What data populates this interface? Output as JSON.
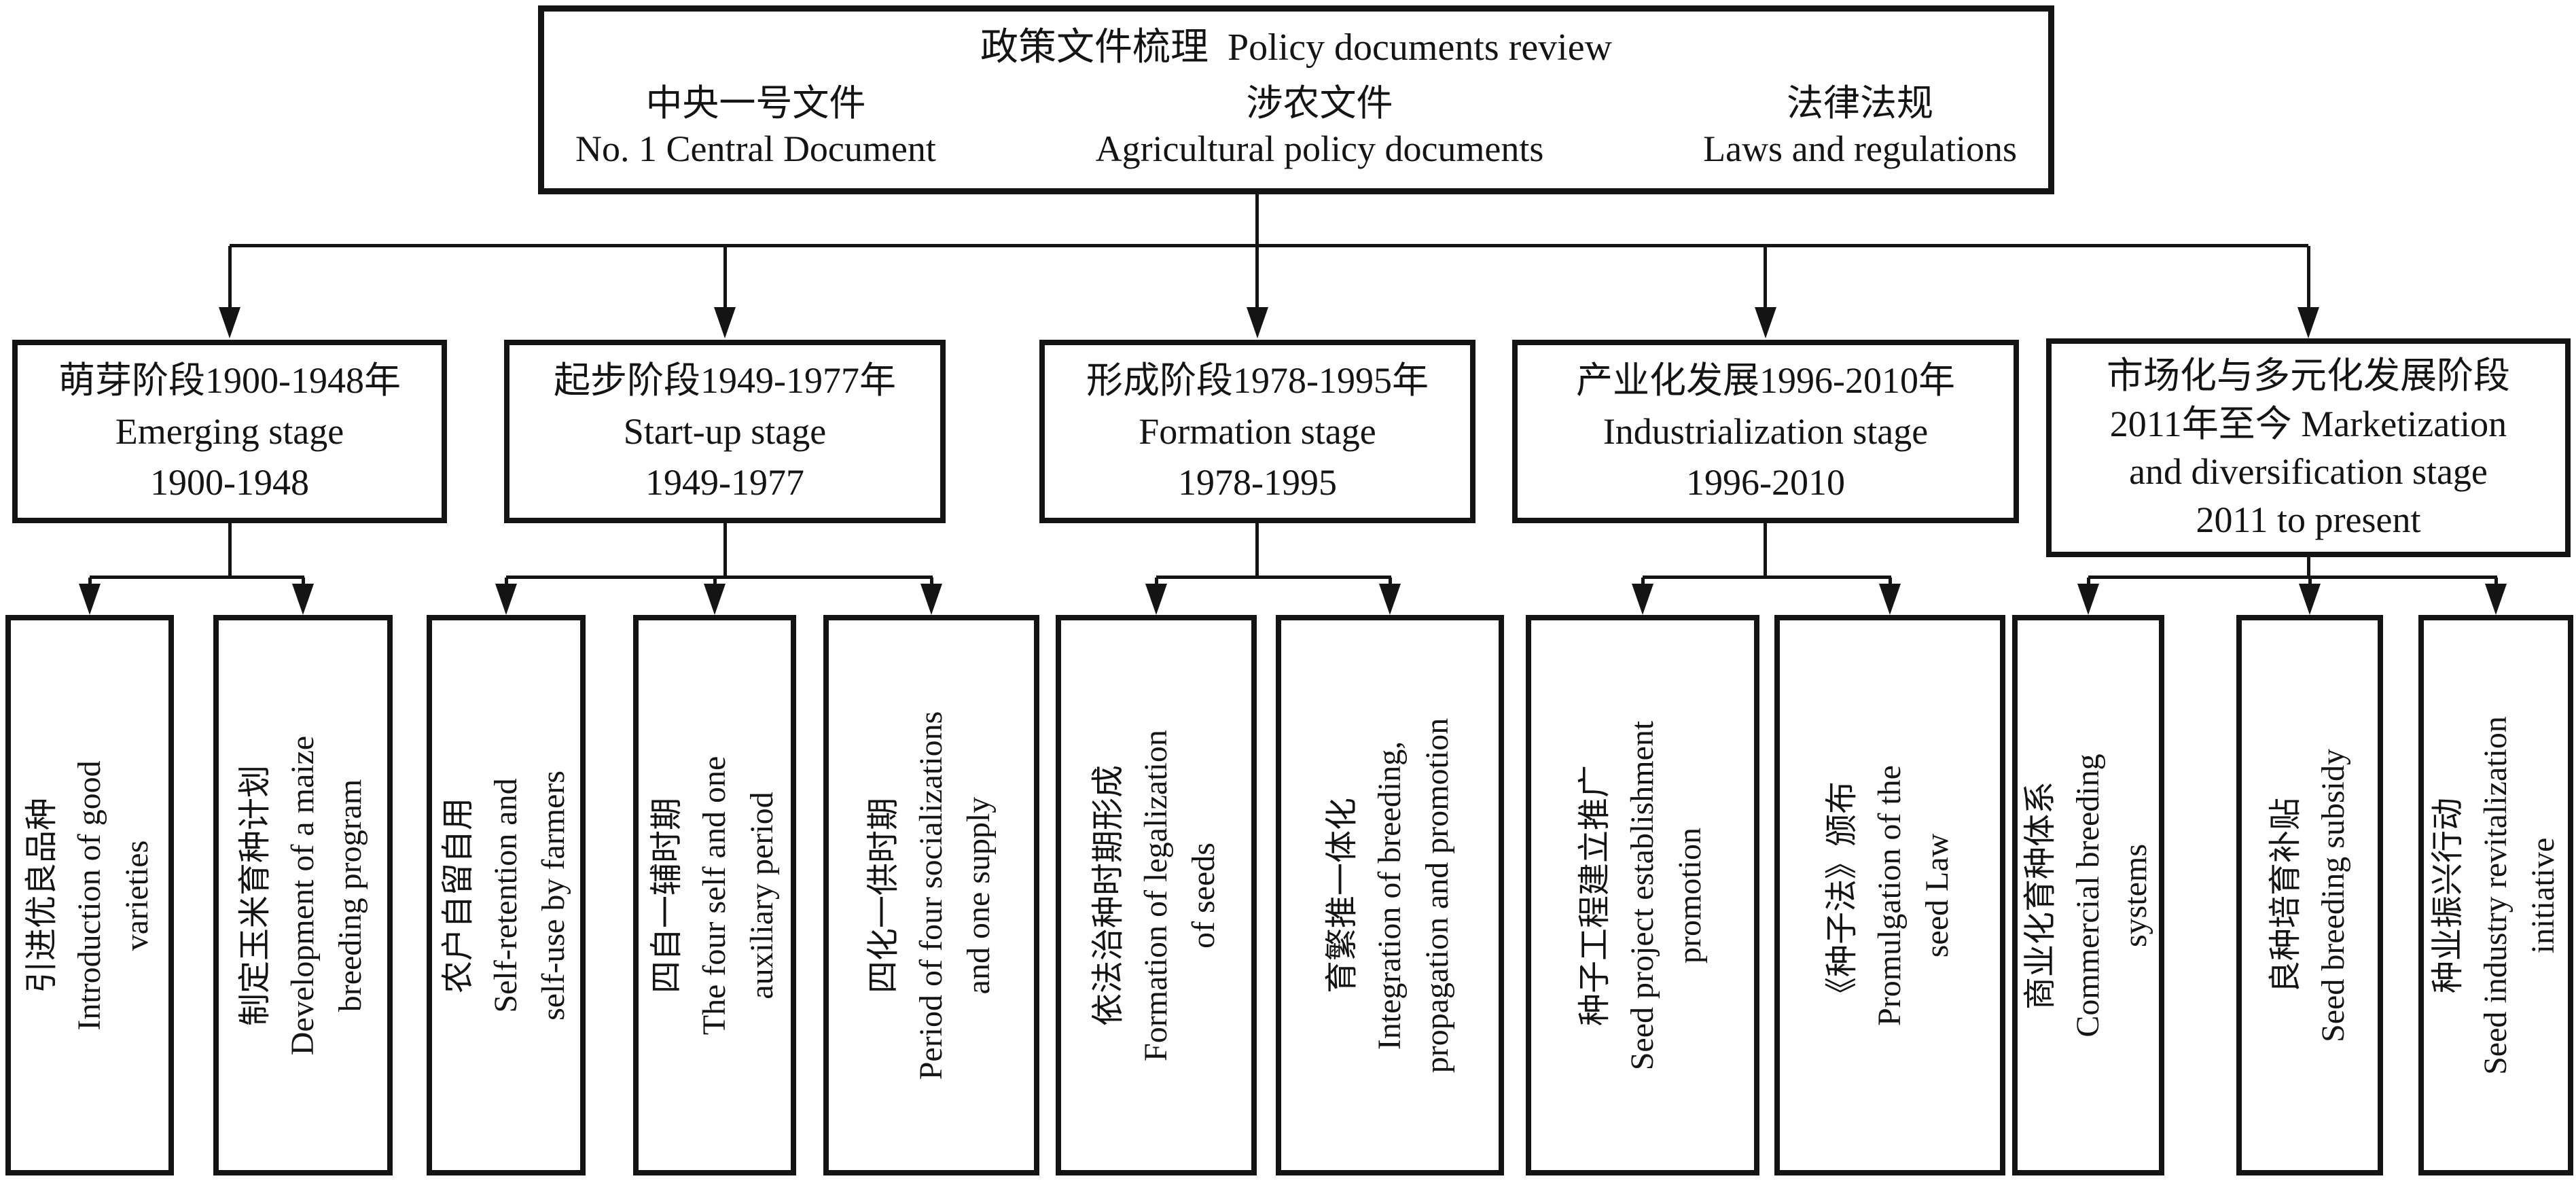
{
  "figure": {
    "top": {
      "title_cn": "政策文件梳理",
      "title_en": "Policy documents review",
      "columns": [
        {
          "cn": "中央一号文件",
          "en": "No. 1 Central Document"
        },
        {
          "cn": "涉农文件",
          "en": "Agricultural policy documents"
        },
        {
          "cn": "法律法规",
          "en": "Laws and regulations"
        }
      ]
    },
    "stages": [
      {
        "lines": [
          "萌芽阶段1900-1948年",
          "Emerging stage",
          "1900-1948"
        ]
      },
      {
        "lines": [
          "起步阶段1949-1977年",
          "Start-up stage",
          "1949-1977"
        ]
      },
      {
        "lines": [
          "形成阶段1978-1995年",
          "Formation stage",
          "1978-1995"
        ]
      },
      {
        "lines": [
          "产业化发展1996-2010年",
          "Industrialization stage",
          "1996-2010"
        ]
      },
      {
        "lines": [
          "市场化与多元化发展阶段",
          "2011年至今 Marketization",
          "and diversification stage",
          "2011 to present"
        ]
      }
    ],
    "items": [
      {
        "lines": [
          "引进优良品种",
          "Introduction of good",
          "varieties"
        ]
      },
      {
        "lines": [
          "制定玉米育种计划",
          "Development of a maize",
          "breeding program"
        ]
      },
      {
        "lines": [
          "农户自留自用",
          "Self-retention and",
          "self-use by farmers"
        ]
      },
      {
        "lines": [
          "四自一辅时期",
          "The four self and one",
          "auxiliary period"
        ]
      },
      {
        "lines": [
          "四化一供时期",
          "Period of four socializations",
          "and one supply"
        ]
      },
      {
        "lines": [
          "依法治种时期形成",
          "Formation of legalization",
          "of seeds"
        ]
      },
      {
        "lines": [
          "育繁推一体化",
          "Integration of breeding,",
          "propagation and promotion"
        ]
      },
      {
        "lines": [
          "种子工程建立推广",
          "Seed project establishment",
          "promotion"
        ]
      },
      {
        "lines": [
          "《种子法》颁布",
          "Promulgation of the",
          "seed Law"
        ]
      },
      {
        "lines": [
          "商业化育种体系",
          "Commercial breeding",
          "systems"
        ]
      },
      {
        "lines": [
          "良种培育补贴",
          "Seed breeding subsidy"
        ]
      },
      {
        "lines": [
          "种业振兴行动",
          "Seed industry revitalization",
          "initiative"
        ]
      }
    ],
    "colors": {
      "line": "#141414",
      "background": "#ffffff"
    }
  }
}
